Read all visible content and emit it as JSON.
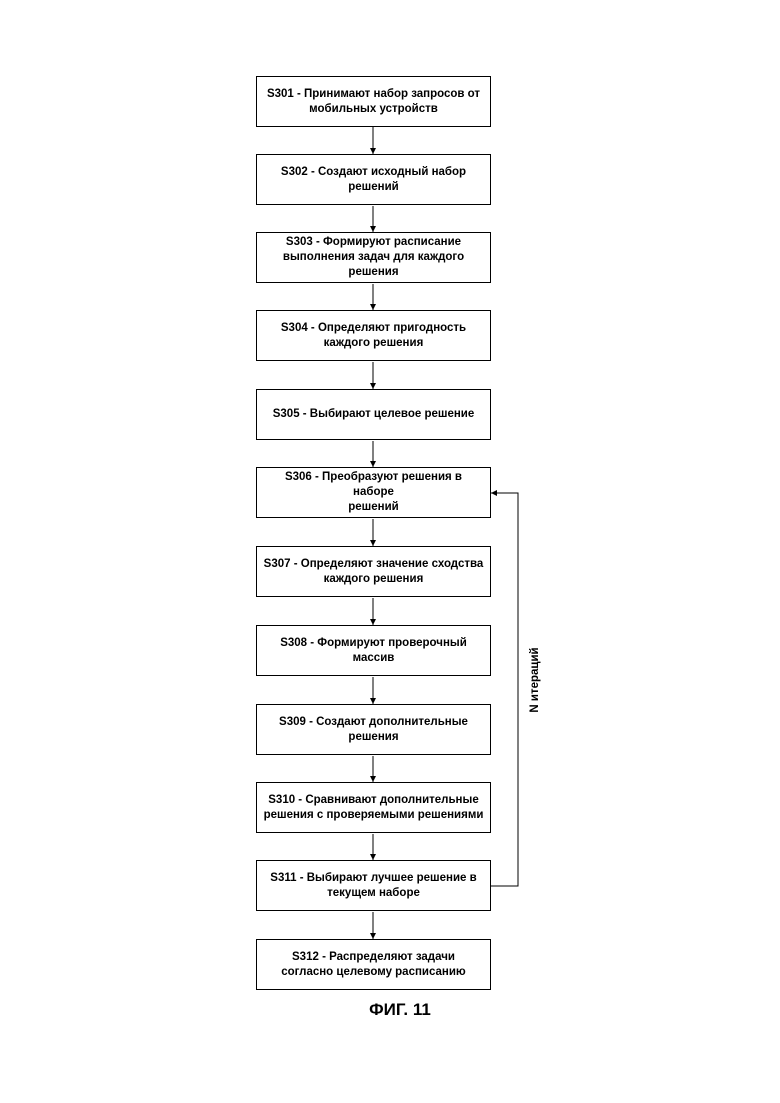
{
  "diagram": {
    "steps": [
      {
        "id": "S301",
        "text": "S301 - Принимают набор запросов от\nмобильных устройств"
      },
      {
        "id": "S302",
        "text": "S302 - Создают исходный набор\nрешений"
      },
      {
        "id": "S303",
        "text": "S303 - Формируют расписание\nвыполнения задач для каждого\nрешения"
      },
      {
        "id": "S304",
        "text": "S304 - Определяют пригодность\nкаждого решения"
      },
      {
        "id": "S305",
        "text": "S305 - Выбирают целевое решение"
      },
      {
        "id": "S306",
        "text": "S306 - Преобразуют решения в наборе\nрешений"
      },
      {
        "id": "S307",
        "text": "S307 - Определяют значение сходства\nкаждого решения"
      },
      {
        "id": "S308",
        "text": "S308 - Формируют проверочный\nмассив"
      },
      {
        "id": "S309",
        "text": "S309 - Создают дополнительные\nрешения"
      },
      {
        "id": "S310",
        "text": "S310 - Сравнивают дополнительные\nрешения с проверяемыми решениями"
      },
      {
        "id": "S311",
        "text": "S311 - Выбирают лучшее решение в\nтекущем наборе"
      },
      {
        "id": "S312",
        "text": "S312 - Распределяют задачи\nсогласно целевому расписанию"
      }
    ],
    "loop_label": "N итераций",
    "caption": "ФИГ. 11"
  }
}
